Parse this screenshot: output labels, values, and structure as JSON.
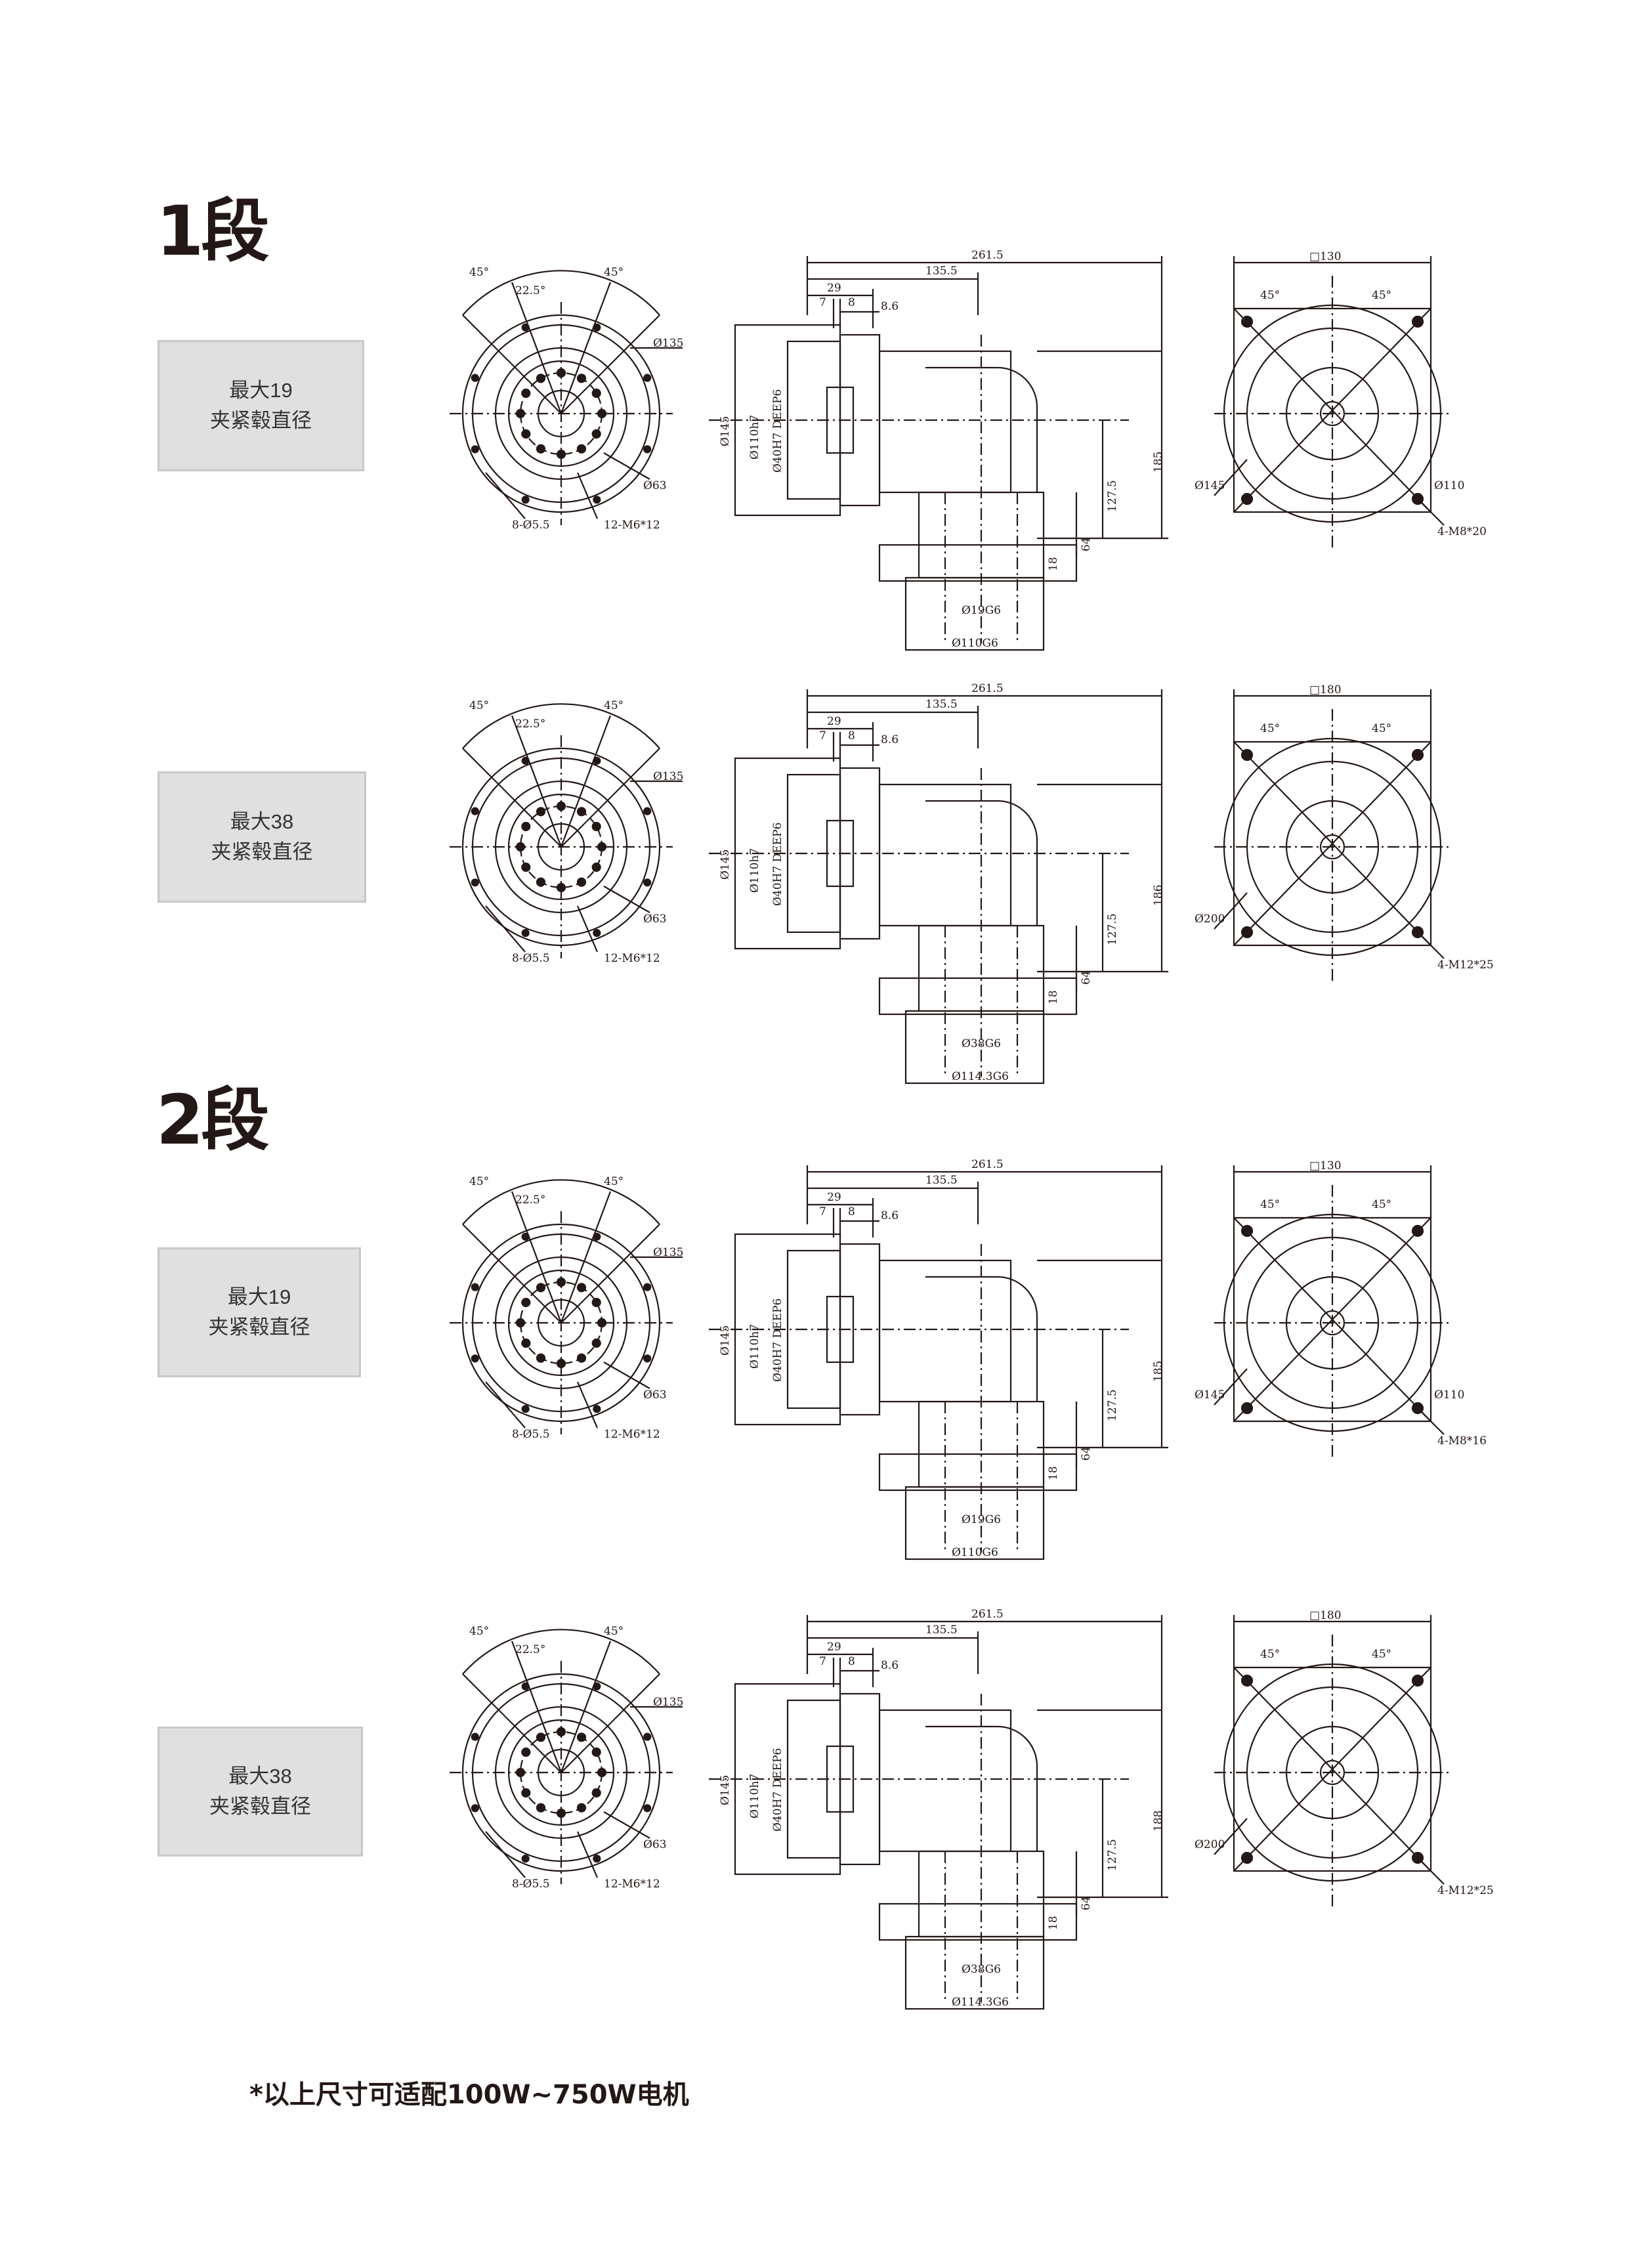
{
  "sections": [
    {
      "title": "1段",
      "rows": [
        {
          "label": [
            "最大19",
            "夹紧毂直径"
          ],
          "front": {
            "angle_a": "45°",
            "angle_b": "45°",
            "angle_c": "22.5°",
            "pcd": "Ø135",
            "bore": "Ø63",
            "holes": "8-Ø5.5",
            "taps": "12-M6*12"
          },
          "side": {
            "total": "261.5",
            "mid": "135.5",
            "w29": "29",
            "w7": "7",
            "w8": "8",
            "w86": "8.6",
            "d145": "Ø145",
            "d110": "Ø110h7",
            "d40": "Ø40H7 DEEP6",
            "h185": "185",
            "h1275": "127.5",
            "h64": "64",
            "h18": "18",
            "shaft": "Ø19G6",
            "spigot": "Ø110G6"
          },
          "flange": {
            "square": "□130",
            "angle_a": "45°",
            "angle_b": "45°",
            "pcd": "Ø145",
            "pilot": "Ø110",
            "taps": "4-M8*20"
          }
        },
        {
          "label": [
            "最大38",
            "夹紧毂直径"
          ],
          "front": {
            "angle_a": "45°",
            "angle_b": "45°",
            "angle_c": "22.5°",
            "pcd": "Ø135",
            "bore": "Ø63",
            "holes": "8-Ø5.5",
            "taps": "12-M6*12"
          },
          "side": {
            "total": "261.5",
            "mid": "135.5",
            "w29": "29",
            "w7": "7",
            "w8": "8",
            "w86": "8.6",
            "d145": "Ø145",
            "d110": "Ø110h7",
            "d40": "Ø40H7 DEEP6",
            "h185": "186",
            "h1275": "127.5",
            "h64": "64",
            "h18": "18",
            "shaft": "Ø38G6",
            "spigot": "Ø114.3G6"
          },
          "flange": {
            "square": "□180",
            "angle_a": "45°",
            "angle_b": "45°",
            "pcd": "Ø200",
            "pilot": "",
            "taps": "4-M12*25"
          }
        }
      ]
    },
    {
      "title": "2段",
      "rows": [
        {
          "label": [
            "最大19",
            "夹紧毂直径"
          ],
          "front": {
            "angle_a": "45°",
            "angle_b": "45°",
            "angle_c": "22.5°",
            "pcd": "Ø135",
            "bore": "Ø63",
            "holes": "8-Ø5.5",
            "taps": "12-M6*12"
          },
          "side": {
            "total": "261.5",
            "mid": "135.5",
            "w29": "29",
            "w7": "7",
            "w8": "8",
            "w86": "8.6",
            "d145": "Ø145",
            "d110": "Ø110h7",
            "d40": "Ø40H7 DEEP6",
            "h185": "185",
            "h1275": "127.5",
            "h64": "64",
            "h18": "18",
            "shaft": "Ø19G6",
            "spigot": "Ø110G6"
          },
          "flange": {
            "square": "□130",
            "angle_a": "45°",
            "angle_b": "45°",
            "pcd": "Ø145",
            "pilot": "Ø110",
            "taps": "4-M8*16"
          }
        },
        {
          "label": [
            "最大38",
            "夹紧毂直径"
          ],
          "front": {
            "angle_a": "45°",
            "angle_b": "45°",
            "angle_c": "22.5°",
            "pcd": "Ø135",
            "bore": "Ø63",
            "holes": "8-Ø5.5",
            "taps": "12-M6*12"
          },
          "side": {
            "total": "261.5",
            "mid": "135.5",
            "w29": "29",
            "w7": "7",
            "w8": "8",
            "w86": "8.6",
            "d145": "Ø145",
            "d110": "Ø110h7",
            "d40": "Ø40H7 DEEP6",
            "h185": "188",
            "h1275": "127.5",
            "h64": "64",
            "h18": "18",
            "shaft": "Ø38G6",
            "spigot": "Ø114.3G6"
          },
          "flange": {
            "square": "□180",
            "angle_a": "45°",
            "angle_b": "45°",
            "pcd": "Ø200",
            "pilot": "",
            "taps": "4-M12*25"
          }
        }
      ]
    }
  ],
  "footnote": "*以上尺寸可适配100W~750W电机"
}
